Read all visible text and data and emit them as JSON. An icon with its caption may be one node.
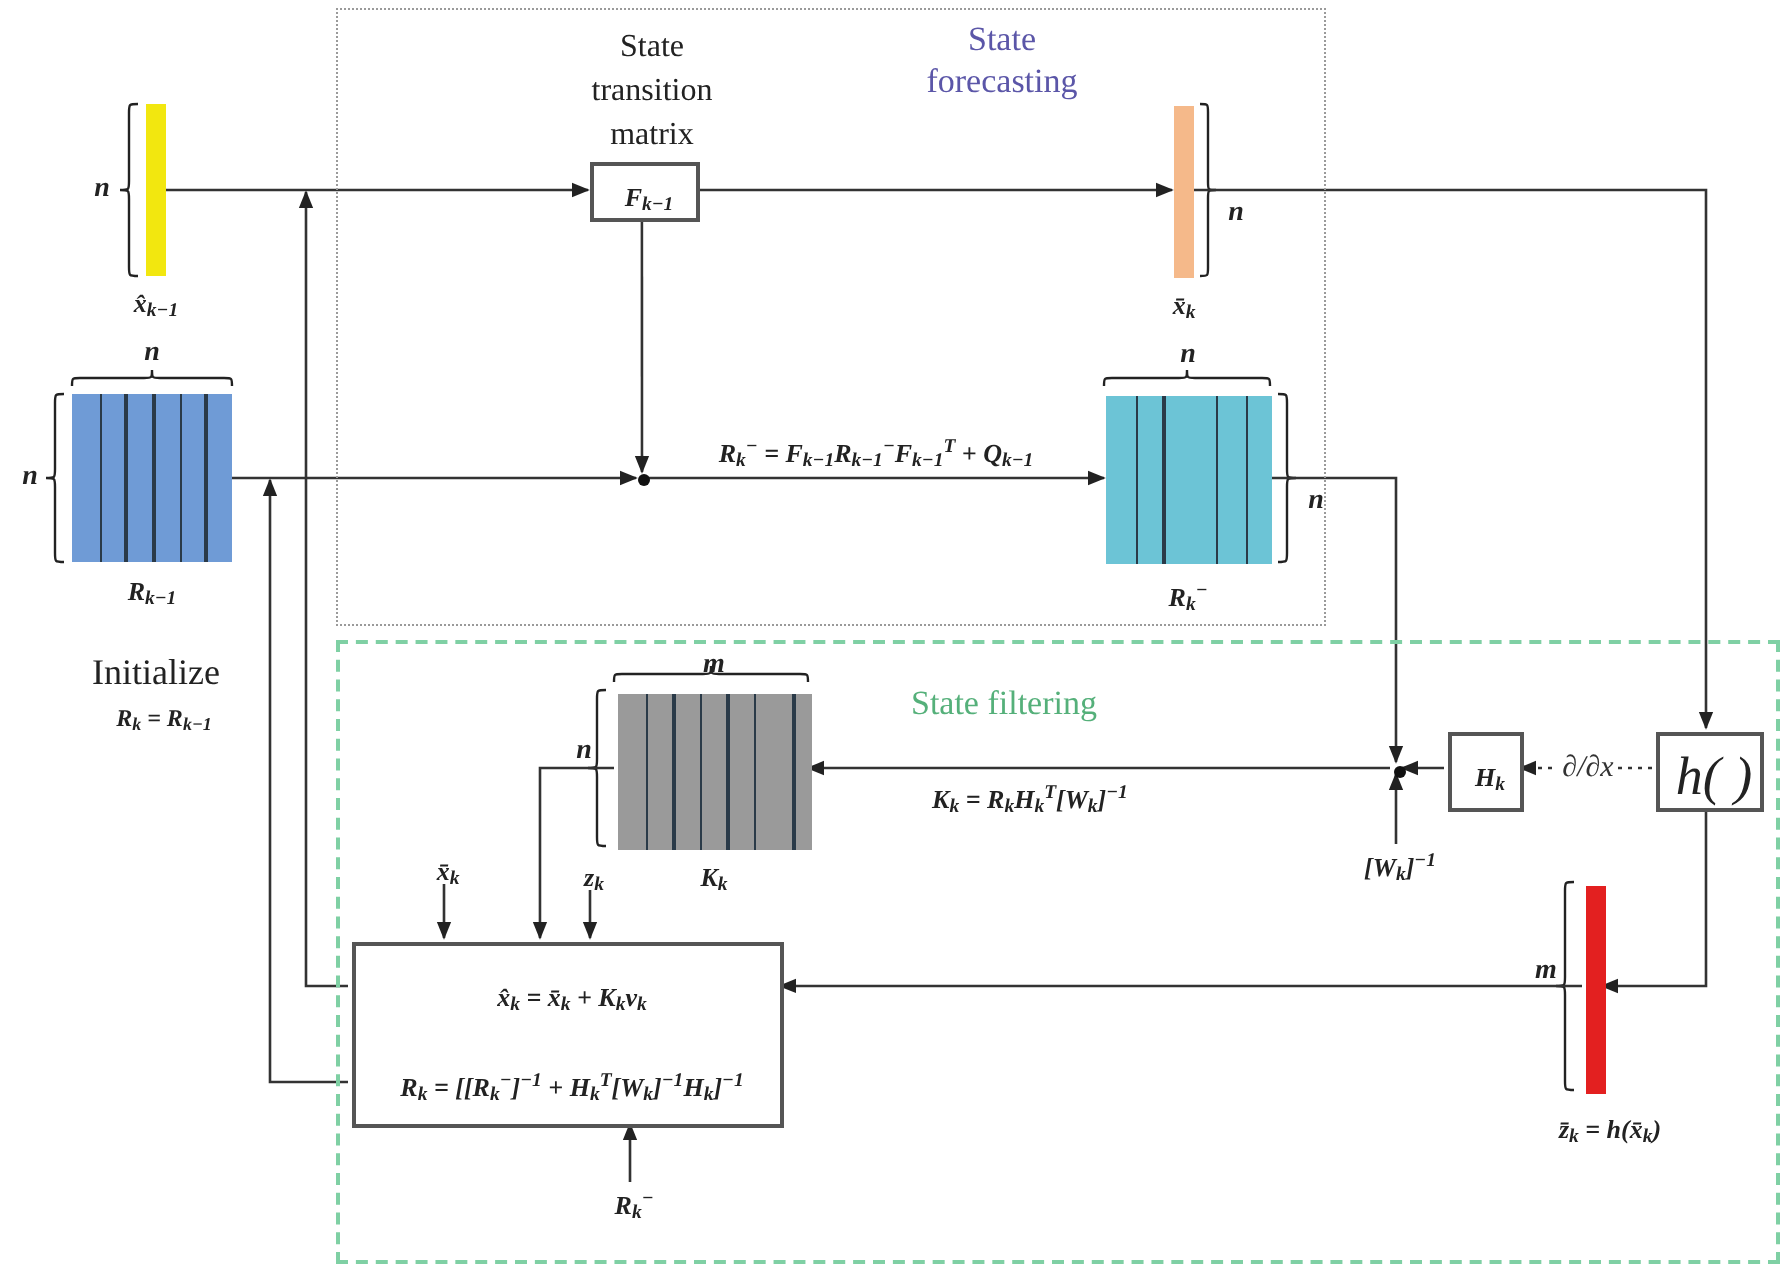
{
  "diagram": {
    "nodes": [
      {
        "text": [
          "State forecasting"
        ]
      },
      {
        "text": [
          "State filtering"
        ]
      },
      {
        "text": [
          "x̂$_{k−1}$"
        ],
        "beside": [
          "n"
        ]
      },
      {
        "text": [
          "R$_{k−1}$"
        ],
        "beside": [
          "n",
          "n"
        ]
      },
      {
        "text": [
          "State transition matrix",
          "F$_{k−1}$"
        ],
        "in": 0
      },
      {
        "text": [
          "x̄$_{k}$"
        ],
        "beside": [
          "n"
        ],
        "in": 0
      },
      {
        "text": [],
        "shape": "circle",
        "in": 0
      },
      {
        "text": [
          "R$_{k}$$^{−}$"
        ],
        "beside": [
          "n",
          "n"
        ],
        "in": 0
      },
      {
        "text": [
          "K$_{k}$"
        ],
        "beside": [
          "m",
          "n"
        ],
        "in": 1
      },
      {
        "text": [],
        "shape": "circle",
        "in": 1
      },
      {
        "text": [
          "H$_{k}$"
        ],
        "in": 1
      },
      {
        "text": [
          "h( )"
        ],
        "in": 1
      },
      {
        "text": [
          "z̄$_{k}$ = h(x̄$_{k}$)"
        ],
        "beside": [
          "m"
        ],
        "in": 1
      },
      {
        "text": [
          "x̂$_{k}$ = x̄$_{k}$ + K$_{k}$v$_{k}$",
          "R$_{k}$ = [[R$_{k}$$^{−}$]$^{−1}$ + H$_{k}$$^{T}$[W$_{k}$]$^{−1}$H$_{k}$]$^{−1}$"
        ],
        "in": 1
      },
      {
        "text": [
          "x̄$_{k}$"
        ],
        "in": 1
      },
      {
        "text": [
          "z$_{k}$"
        ],
        "in": 1
      },
      {
        "text": [
          "R$_{k}$$^{−}$"
        ],
        "in": 1
      },
      {
        "text": [
          "[W$_{k}$]$^{−1}$"
        ],
        "in": 1
      }
    ],
    "edges": [
      {
        "from": 2,
        "to": 4,
        "arrow": "to"
      },
      {
        "from": 4,
        "to": 5,
        "arrow": "to"
      },
      {
        "from": 5,
        "to": 11,
        "arrow": "to"
      },
      {
        "from": 4,
        "to": 6,
        "arrow": "to"
      },
      {
        "from": 3,
        "to": 6,
        "arrow": "to"
      },
      {
        "from": 6,
        "to": 7,
        "arrow": "to",
        "label": "R$_{k}$$^{−}$ = F$_{k−1}$R$_{k−1}$$^{−}$F$_{k−1}$$^{T}$ + Q$_{k−1}$"
      },
      {
        "from": 7,
        "to": 9,
        "arrow": "to"
      },
      {
        "from": 10,
        "to": 9,
        "arrow": "to"
      },
      {
        "from": 17,
        "to": 9,
        "arrow": "to"
      },
      {
        "from": 11,
        "to": 10,
        "arrow": "to",
        "label": "∂/∂x",
        "style": "dashed"
      },
      {
        "from": 9,
        "to": 8,
        "arrow": "to",
        "label": "K$_{k}$ = R$_{k}$H$_{k}$$^{T}$[W$_{k}$]$^{−1}$"
      },
      {
        "from": 8,
        "to": 13,
        "arrow": "to"
      },
      {
        "from": 14,
        "to": 13,
        "arrow": "to"
      },
      {
        "from": 15,
        "to": 13,
        "arrow": "to"
      },
      {
        "from": 16,
        "to": 13,
        "arrow": "to"
      },
      {
        "from": 11,
        "to": 12,
        "arrow": "to"
      },
      {
        "from": 12,
        "to": 13,
        "arrow": "to"
      },
      {
        "from": 13,
        "to": 2,
        "arrow": "to"
      },
      {
        "from": 13,
        "to": 3,
        "arrow": "to"
      }
    ],
    "labels": [
      "Initialize",
      "R$_{k}$ = R$_{k−1}$"
    ]
  }
}
